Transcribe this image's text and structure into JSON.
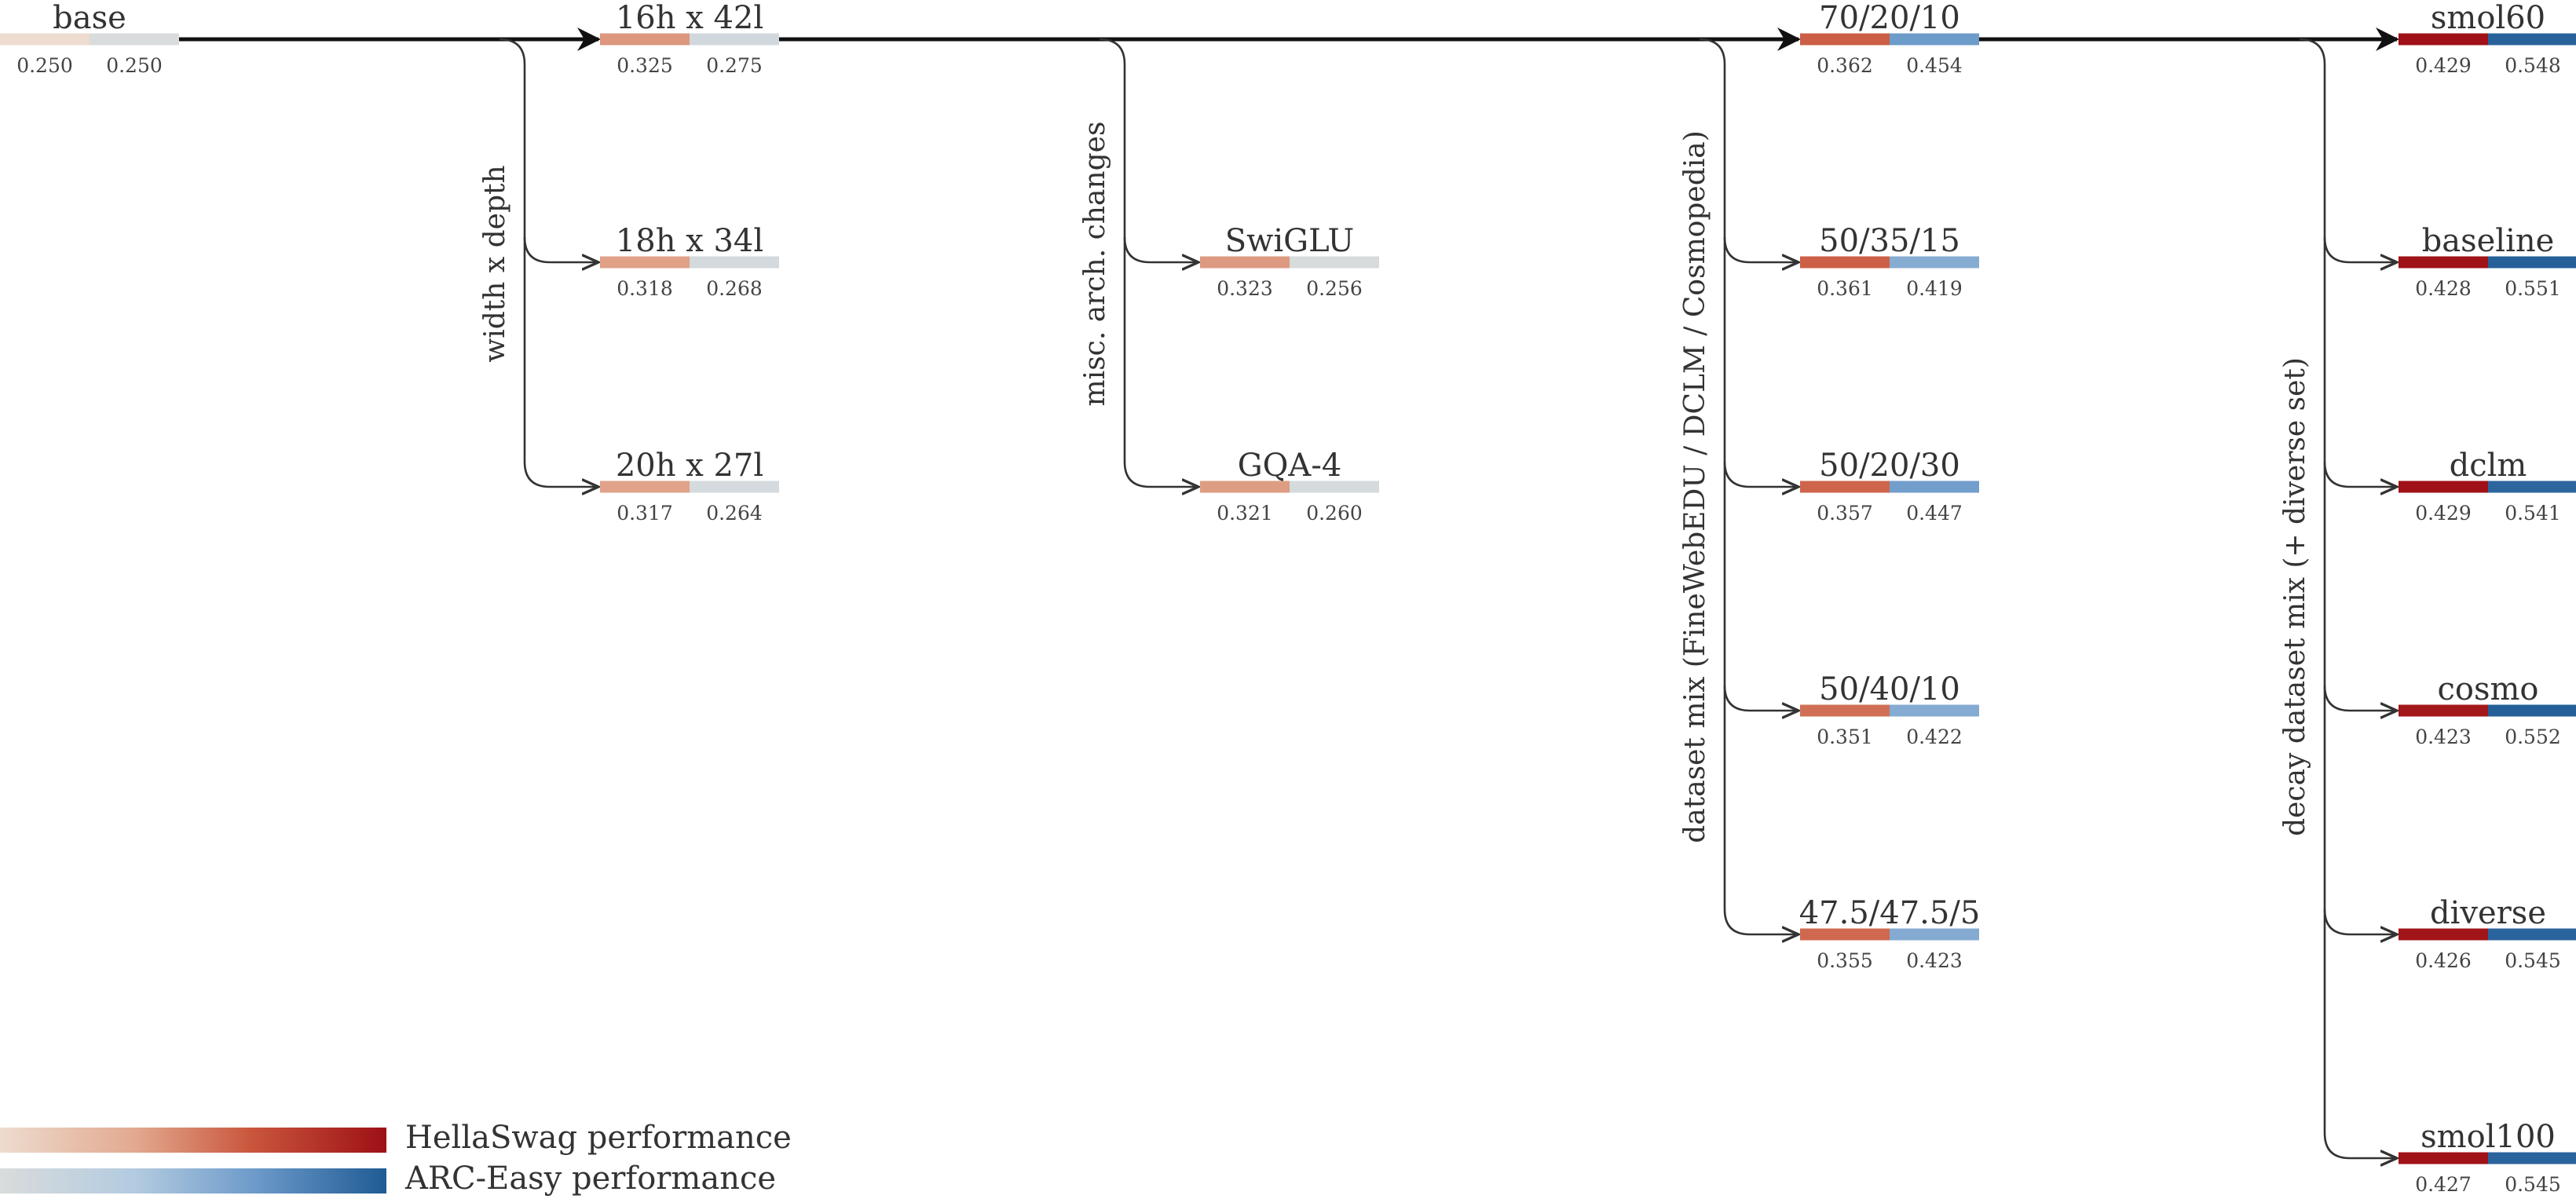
{
  "nodes": {
    "base": {
      "label": "base",
      "hellaswag": "0.250",
      "arc": "0.250"
    },
    "w16": {
      "label": "16h x 42l",
      "hellaswag": "0.325",
      "arc": "0.275"
    },
    "w18": {
      "label": "18h x 34l",
      "hellaswag": "0.318",
      "arc": "0.268"
    },
    "w20": {
      "label": "20h x 27l",
      "hellaswag": "0.317",
      "arc": "0.264"
    },
    "swiglu": {
      "label": "SwiGLU",
      "hellaswag": "0.323",
      "arc": "0.256"
    },
    "gqa": {
      "label": "GQA-4",
      "hellaswag": "0.321",
      "arc": "0.260"
    },
    "m70": {
      "label": "70/20/10",
      "hellaswag": "0.362",
      "arc": "0.454"
    },
    "m50a": {
      "label": "50/35/15",
      "hellaswag": "0.361",
      "arc": "0.419"
    },
    "m50b": {
      "label": "50/20/30",
      "hellaswag": "0.357",
      "arc": "0.447"
    },
    "m50c": {
      "label": "50/40/10",
      "hellaswag": "0.351",
      "arc": "0.422"
    },
    "m47": {
      "label": "47.5/47.5/5",
      "hellaswag": "0.355",
      "arc": "0.423"
    },
    "smol60": {
      "label": "smol60",
      "hellaswag": "0.429",
      "arc": "0.548"
    },
    "baseline": {
      "label": "baseline",
      "hellaswag": "0.428",
      "arc": "0.551"
    },
    "dclm": {
      "label": "dclm",
      "hellaswag": "0.429",
      "arc": "0.541"
    },
    "cosmo": {
      "label": "cosmo",
      "hellaswag": "0.423",
      "arc": "0.552"
    },
    "diverse": {
      "label": "diverse",
      "hellaswag": "0.426",
      "arc": "0.545"
    },
    "smol100": {
      "label": "smol100",
      "hellaswag": "0.427",
      "arc": "0.545"
    }
  },
  "groups": {
    "width": "width x depth",
    "arch": "misc. arch. changes",
    "mix": "dataset mix (FineWebEDU / DCLM / Cosmopedia)",
    "decay": "decay dataset mix (+ diverse set)"
  },
  "legend": {
    "hellaswag": "HellaSwag performance",
    "arc": "ARC-Easy performance"
  },
  "colors": {
    "hellaswag_low": "#e8cdbd",
    "hellaswag_mid": "#d0684a",
    "hellaswag_high": "#a01419",
    "arc_low": "#cfd6d8",
    "arc_mid": "#88aed3",
    "arc_high": "#225f98",
    "line": "#333333"
  }
}
